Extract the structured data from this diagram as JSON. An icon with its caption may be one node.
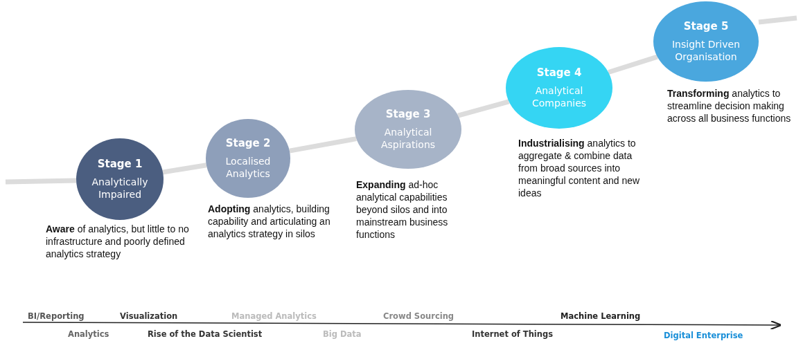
{
  "diagram": {
    "nodes": [
      {
        "text": [
          "Stage 1",
          "Analytically Impaired"
        ],
        "beside": [
          "**Aware** of analytics, but little to no infrastructure and poorly defined analytics strategy"
        ]
      },
      {
        "text": [
          "Stage 2",
          "Localised Analytics"
        ],
        "beside": [
          "**Adopting** analytics, building capability and articulating an analytics strategy in silos"
        ]
      },
      {
        "text": [
          "Stage 3",
          "Analytical Aspirations"
        ],
        "beside": [
          "**Expanding** ad-hoc analytical capabilities beyond silos and into mainstream business functions"
        ]
      },
      {
        "text": [
          "Stage 4",
          "Analytical Companies"
        ],
        "beside": [
          "**Industrialising** analytics to aggregate & combine data from broad sources into meaningful content and new ideas"
        ]
      },
      {
        "text": [
          "Stage 5",
          "Insight Driven Organisation"
        ],
        "beside": [
          "**Transforming** analytics to streamline decision making across all business functions"
        ]
      }
    ],
    "edges": [
      {
        "from": 0,
        "to": 1,
        "arrow": "none"
      },
      {
        "from": 1,
        "to": 2,
        "arrow": "none"
      },
      {
        "from": 2,
        "to": 3,
        "arrow": "none"
      },
      {
        "from": 3,
        "to": 4,
        "arrow": "none"
      }
    ],
    "labels": [
      "BI/Reporting",
      "Analytics",
      "Visualization",
      "Rise of the Data Scientist",
      "Managed Analytics",
      "Big Data",
      "Crowd Sourcing",
      "Internet of Things",
      "Machine Learning",
      "Digital Enterprise"
    ]
  }
}
